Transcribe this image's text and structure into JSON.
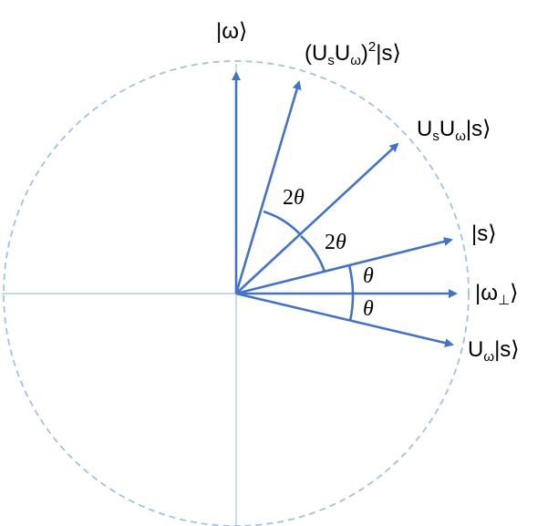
{
  "vectors": {
    "omega": {
      "ket_open": "|",
      "main": "ω",
      "ket_close": "⟩"
    },
    "us_uw_sq": {
      "open_paren": "(",
      "u1": "U",
      "s": "s",
      "u2": "U",
      "w": "ω",
      "close_paren": ")",
      "power": "2",
      "bar": "|",
      "main": "s",
      "ket_close": "⟩"
    },
    "us_uw": {
      "u1": "U",
      "s": "s",
      "u2": "U",
      "w": "ω",
      "bar": "|",
      "main": "s",
      "ket_close": "⟩"
    },
    "s": {
      "ket_open": "|",
      "main": "s",
      "ket_close": "⟩"
    },
    "omega_perp": {
      "ket_open": "|",
      "main": "ω",
      "perp": "⊥",
      "ket_close": "⟩"
    },
    "uw_s": {
      "u": "U",
      "w": "ω",
      "bar": "|",
      "main": "s",
      "ket_close": "⟩"
    }
  },
  "angles": {
    "upper_2theta_num": "2",
    "upper_2theta_sym": "θ",
    "lower_2theta_num": "2",
    "lower_2theta_sym": "θ",
    "theta_upper": "θ",
    "theta_lower": "θ"
  },
  "colors": {
    "vector": "#4472C4",
    "circle": "#9DC3E6",
    "axis": "#9DC3E6",
    "text": "#000000"
  }
}
